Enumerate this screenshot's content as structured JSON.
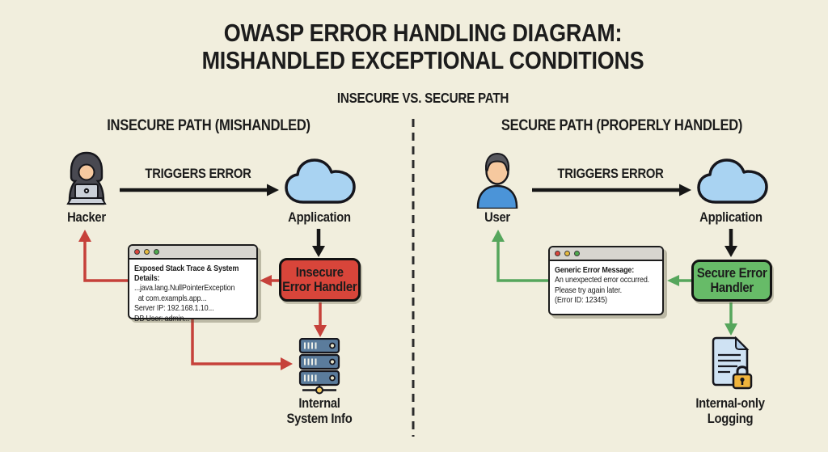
{
  "title": {
    "line1": "OWASP ERROR HANDLING DIAGRAM:",
    "line2": "MISHANDLED EXCEPTIONAL CONDITIONS",
    "subtitle": "INSECURE VS. SECURE PATH"
  },
  "left": {
    "heading": "INSECURE PATH (MISHANDLED)",
    "actor_label": "Hacker",
    "trigger_label": "TRIGGERS ERROR",
    "application_label": "Application",
    "handler_lines": [
      "Insecure",
      "Error Handler"
    ],
    "window": {
      "heading": "Exposed Stack Trace & System Details:",
      "lines": [
        "...java.lang.NullPointerException",
        "  at com.exampls.app...",
        "Server IP: 192.168.1.10...",
        "DB User: admin..."
      ]
    },
    "sink_lines": [
      "Internal",
      "System Info"
    ]
  },
  "right": {
    "heading": "SECURE PATH (PROPERLY HANDLED)",
    "actor_label": "User",
    "trigger_label": "TRIGGERS ERROR",
    "application_label": "Application",
    "handler_lines": [
      "Secure Error",
      "Handler"
    ],
    "window": {
      "heading": "Generic Error Message:",
      "lines": [
        "An unexpected error occurred.",
        "Please try again later.",
        "(Error ID: 12345)"
      ]
    },
    "sink_lines": [
      "Internal-only",
      "Logging"
    ]
  },
  "colors": {
    "background": "#f1eedd",
    "ink": "#1c1c1c",
    "insecure_red": "#d8453a",
    "secure_green": "#67bb68",
    "arrow_red": "#c6413a",
    "arrow_green": "#56a65c",
    "cloud_blue": "#a9d3f2",
    "server_blue": "#5b7c9c",
    "doc_blue": "#cfe2f3",
    "lock_orange": "#f0b43c",
    "window_bg": "#ffffff",
    "titlebar_gray": "#d7d5cf",
    "dot_red": "#d9453b",
    "dot_yellow": "#e5b93f",
    "dot_green": "#4fa94e"
  }
}
